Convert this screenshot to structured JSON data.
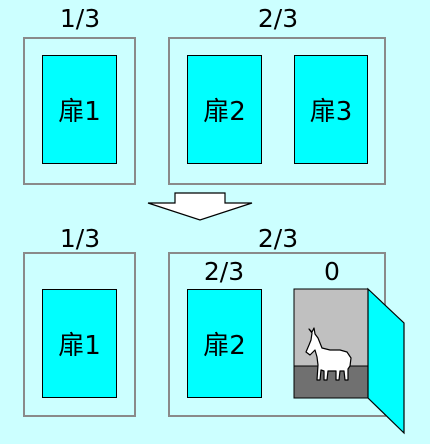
{
  "top": {
    "groups": [
      {
        "fraction": "1/3",
        "doors": [
          "扉1"
        ]
      },
      {
        "fraction": "2/3",
        "doors": [
          "扉2",
          "扉3"
        ]
      }
    ]
  },
  "bottom": {
    "groups": [
      {
        "fraction": "1/3",
        "doors": [
          "扉1"
        ]
      },
      {
        "fraction": "2/3",
        "doors": [
          {
            "label": "扉2",
            "fraction": "2/3"
          },
          {
            "label": "",
            "fraction": "0",
            "state": "open",
            "content": "goat-icon"
          }
        ]
      }
    ]
  },
  "colors": {
    "background": "#ccffff",
    "door": "#00ffff",
    "group_border": "#8a8a8a",
    "open_room_wall": "#c0c0c0",
    "open_room_floor": "#707070"
  }
}
